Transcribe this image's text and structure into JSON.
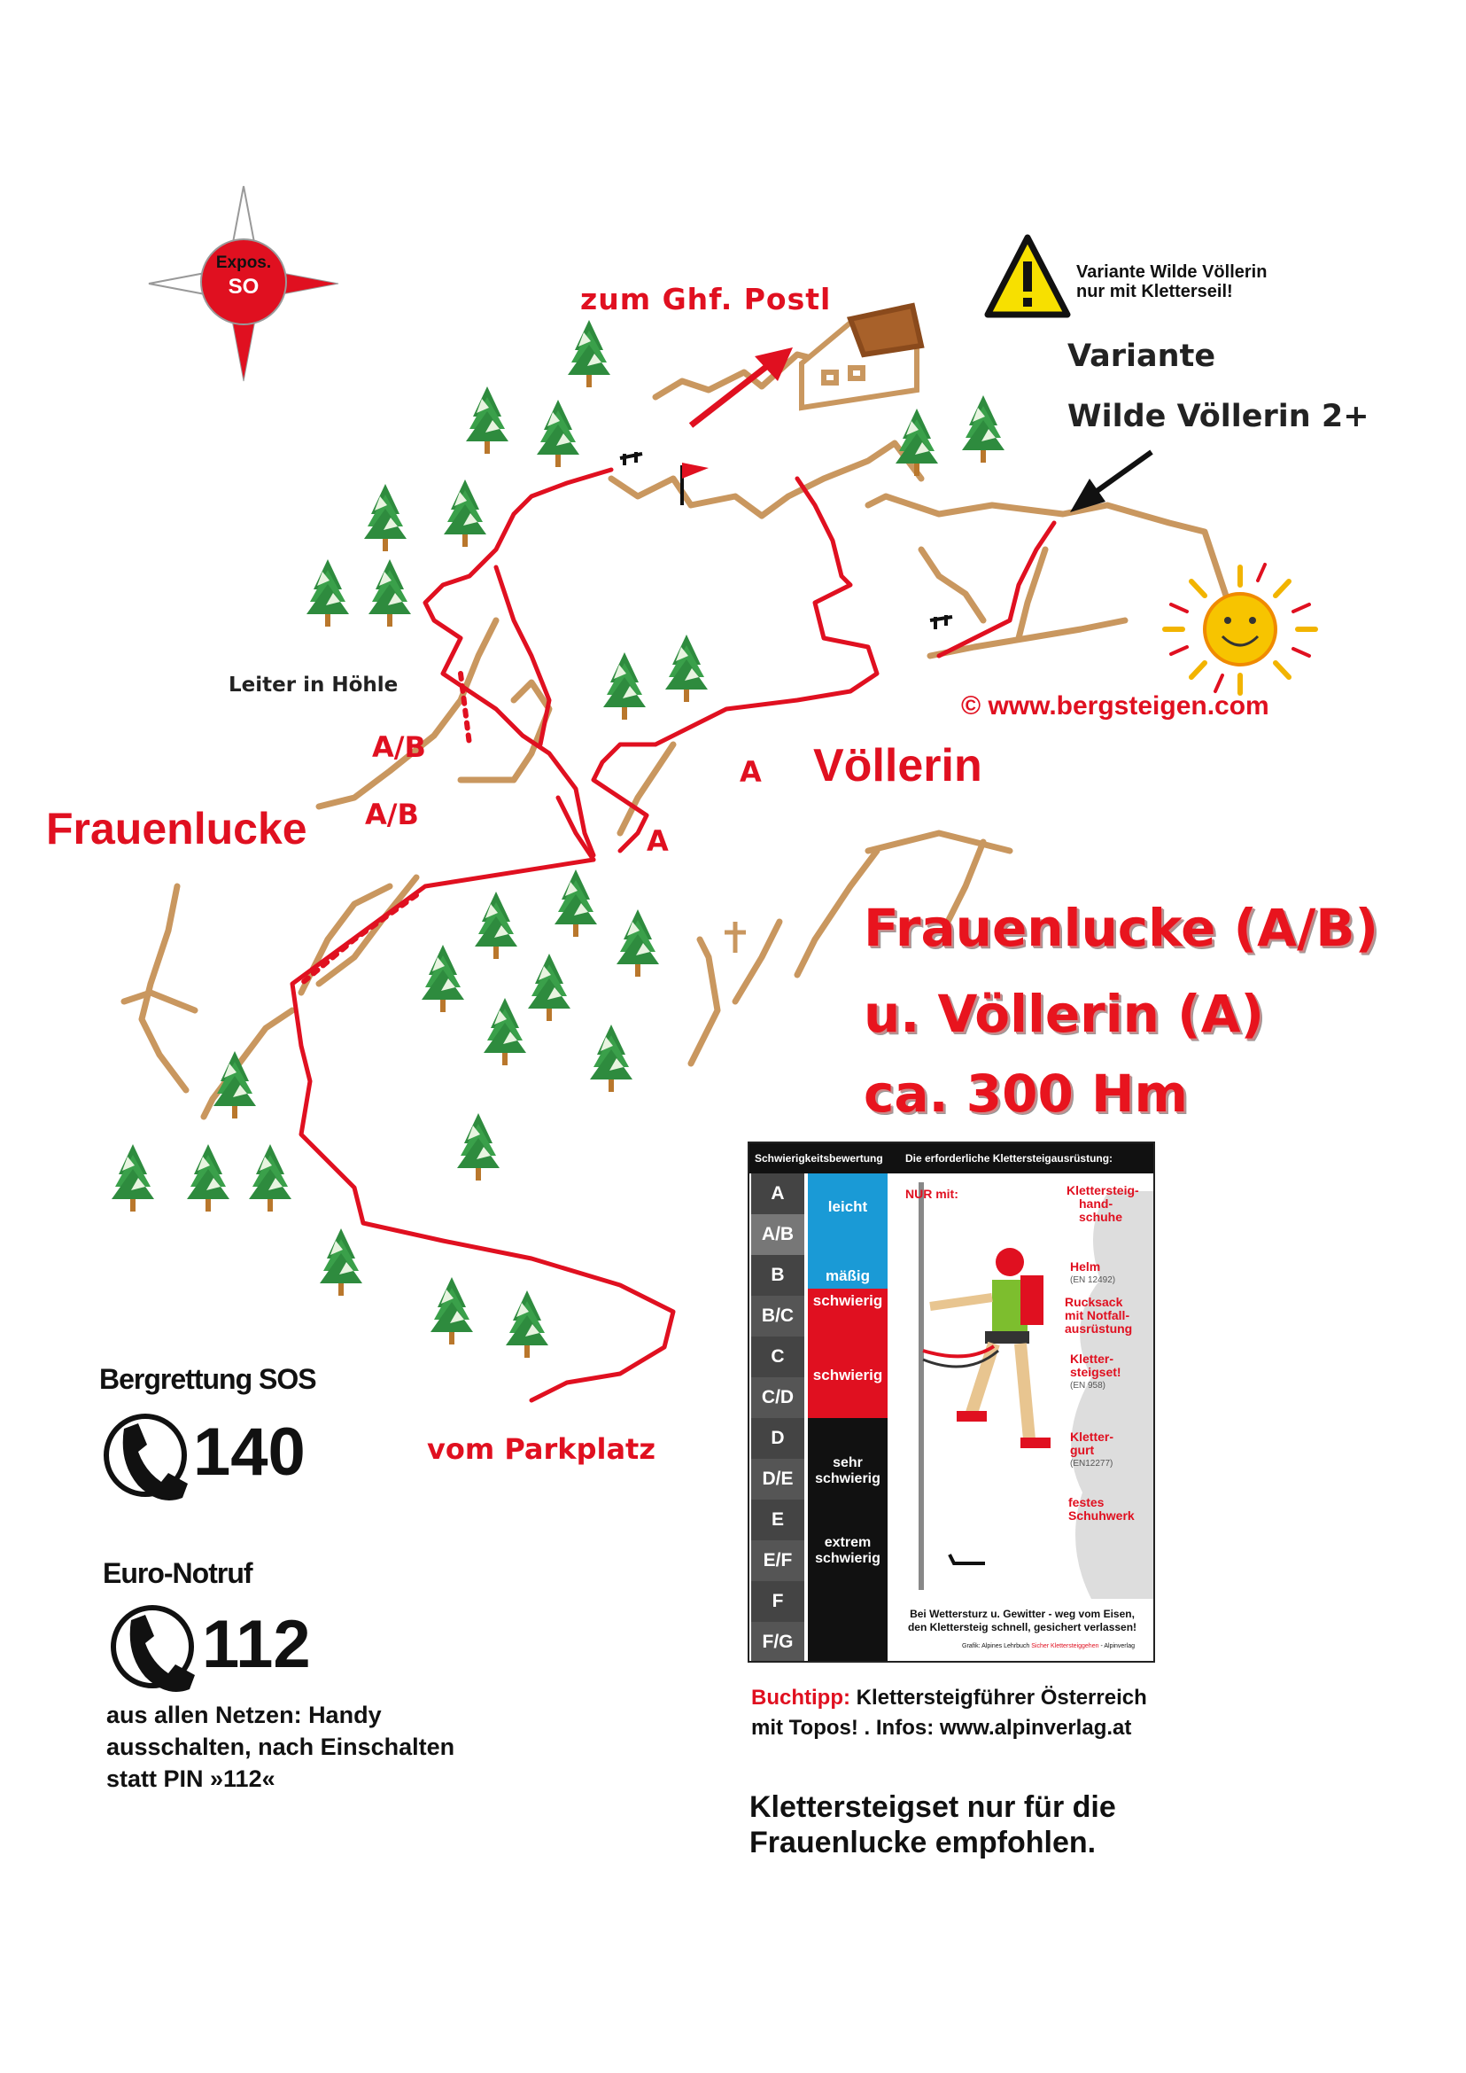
{
  "compass": {
    "label_line1": "Expos.",
    "label_line2": "SO",
    "accent": "#e01020"
  },
  "warning": {
    "line1": "Variante Wilde Völlerin",
    "line2": "nur mit Kletterseil!"
  },
  "map_labels": {
    "to_inn": "zum Ghf. Postl",
    "variant_line1": "Variante",
    "variant_line2": "Wilde Völlerin 2+",
    "ladder": "Leiter in Höhle",
    "grade_ab_1": "A/B",
    "grade_ab_2": "A/B",
    "grade_a_1": "A",
    "grade_a_2": "A",
    "frauenlucke": "Frauenlucke",
    "voellerin": "Völlerin",
    "copyright": "©  www.bergsteigen.com",
    "from_parking": "vom Parkplatz"
  },
  "route_title": {
    "line1": "Frauenlucke (A/B)",
    "line2": "u. Völlerin (A)",
    "line3": "ca. 300 Hm"
  },
  "emergency": {
    "title1": "Bergrettung SOS",
    "number1": "140",
    "title2": "Euro-Notruf",
    "number2": "112",
    "note_line1": "aus allen Netzen: Handy",
    "note_line2": "ausschalten, nach Einschalten",
    "note_line3": "statt PIN »112«"
  },
  "legend": {
    "header_left": "Schwierigkeitsbewertung",
    "header_right": "Die erforderliche Klettersteigausrüstung:",
    "grades": [
      "A",
      "A/B",
      "B",
      "B/C",
      "C",
      "C/D",
      "D",
      "D/E",
      "E",
      "E/F",
      "F",
      "F/G"
    ],
    "bands": {
      "leicht": "leicht",
      "maessig": "mäßig",
      "schwierig1": "schwierig",
      "schwierig2": "schwierig",
      "sehr1": "sehr",
      "sehr2": "schwierig",
      "extrem1": "extrem",
      "extrem2": "schwierig"
    },
    "nur_mit": "NUR mit:",
    "equip": {
      "handschuhe1": "Klettersteig-",
      "handschuhe2": "hand-",
      "handschuhe3": "schuhe",
      "helm": "Helm",
      "helm_norm": "(EN 12492)",
      "rucksack1": "Rucksack",
      "rucksack2": "mit Notfall-",
      "rucksack3": "ausrüstung",
      "set1": "Kletter-",
      "set2": "steigset!",
      "set_norm": "(EN 958)",
      "gurt1": "Kletter-",
      "gurt2": "gurt",
      "gurt_norm": "(EN12277)",
      "schuh1": "festes",
      "schuh2": "Schuhwerk"
    },
    "footer1": "Bei Wettersturz u. Gewitter - weg vom Eisen,",
    "footer2": "den Klettersteig schnell, gesichert verlassen!",
    "credit_a": "Grafik: Alpines Lehrbuch",
    "credit_b": "Sicher Klettersteiggehen",
    "credit_c": "- Alpinverlag",
    "colors": {
      "blue": "#1a9ad6",
      "red": "#e01020",
      "black": "#111111",
      "grey": "#555555"
    }
  },
  "book_tip": {
    "label": "Buchtipp:",
    "text": "Klettersteigführer Österreich",
    "line2": "mit Topos! . Infos: www.alpinverlag.at"
  },
  "recommendation": {
    "line1": "Klettersteigset nur für die",
    "line2": "Frauenlucke empfohlen."
  }
}
